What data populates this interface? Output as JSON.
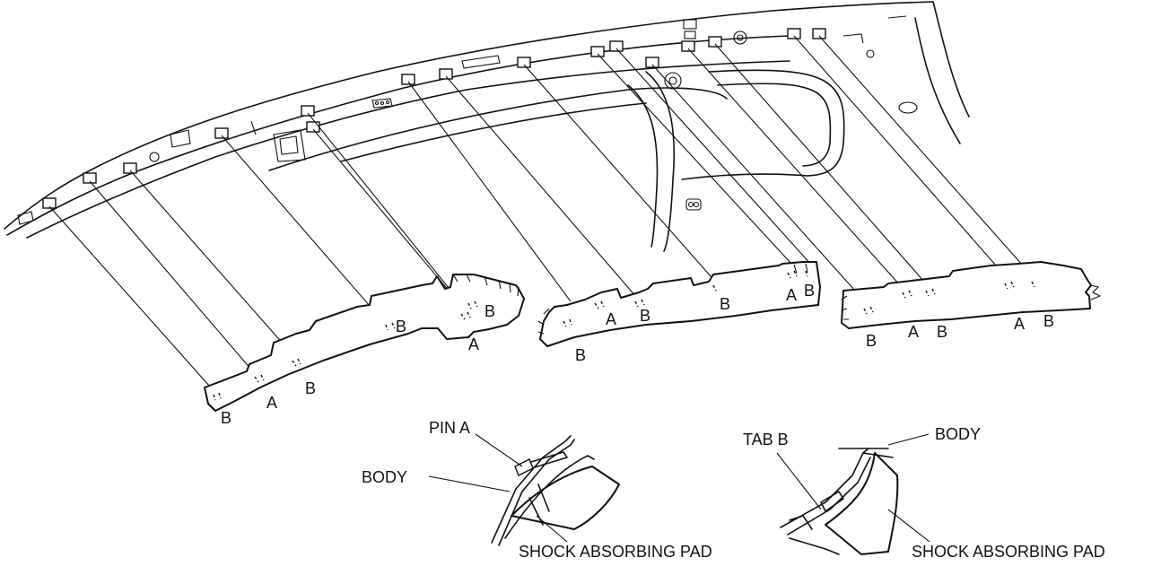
{
  "markers": {
    "a": "A",
    "b": "B"
  },
  "callouts": {
    "pin_a": "PIN A",
    "tab_b": "TAB B",
    "body": "BODY",
    "shock_absorbing_pad": "SHOCK ABSORBING PAD"
  }
}
